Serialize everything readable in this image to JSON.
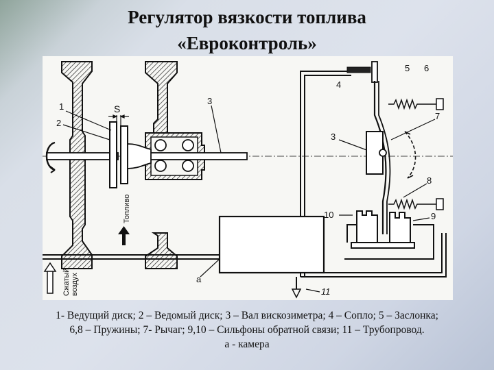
{
  "slide": {
    "title_line1": "Регулятор вязкости топлива",
    "title_line2": "«Евроконтроль»"
  },
  "diagram": {
    "labels": {
      "n1": "1",
      "n2": "2",
      "s": "S",
      "n3a": "3",
      "n4": "4",
      "n5": "5",
      "n6": "6",
      "n7": "7",
      "n3b": "3",
      "n8": "8",
      "n9": "9",
      "n10": "10",
      "n11": "11",
      "a": "а",
      "fuel": "Топливо",
      "air_line1": "Сжатый",
      "air_line2": "воздух"
    }
  },
  "caption": {
    "line1": "1- Ведущий диск; 2 – Ведомый диск; 3 – Вал вискозиметра; 4 – Сопло; 5 – Заслонка;",
    "line2": "6,8 – Пружины; 7- Рычаг; 9,10 – Сильфоны обратной связи; 11 – Трубопровод.",
    "line3": "а - камера"
  }
}
